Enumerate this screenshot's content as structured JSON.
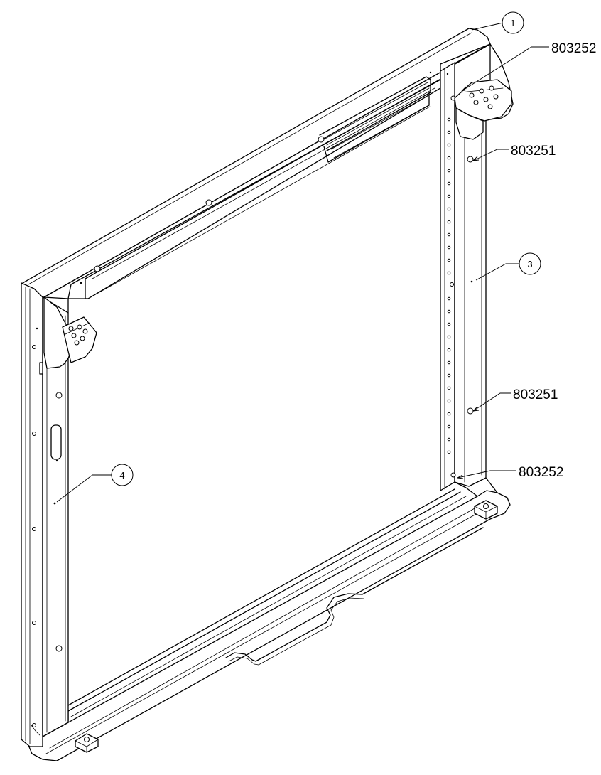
{
  "balloons": {
    "b1": "1",
    "b3": "3",
    "b4": "4"
  },
  "part_numbers": {
    "top_right_bracket": "803252",
    "upper_stud": "803251",
    "lower_stud": "803251",
    "bottom_right_bracket": "803252"
  },
  "colors": {
    "line": "#000000",
    "background": "#ffffff"
  }
}
